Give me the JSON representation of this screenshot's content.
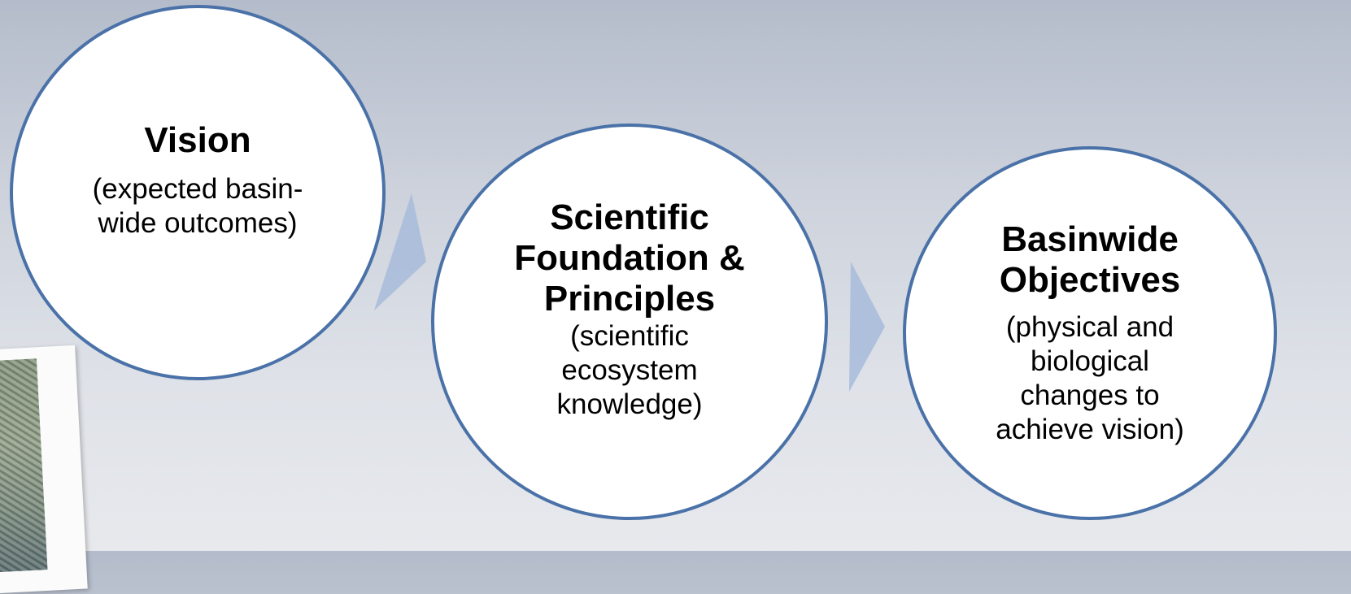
{
  "diagram": {
    "vision": {
      "title": "Vision",
      "description": "(expected basin-\nwide outcomes)"
    },
    "scientific_foundation": {
      "title": "Scientific\nFoundation &\nPrinciples",
      "description": "(scientific\necosystem\nknowledge)"
    },
    "basinwide_objectives": {
      "title": "Basinwide\nObjectives",
      "description": "(physical and\nbiological\nchanges to\nachieve vision)"
    },
    "colors": {
      "circle_border": "#4a72a8",
      "arrow_fill": "#a7bbda"
    },
    "icons": {
      "arrow": "chevron-right-arrow"
    }
  }
}
